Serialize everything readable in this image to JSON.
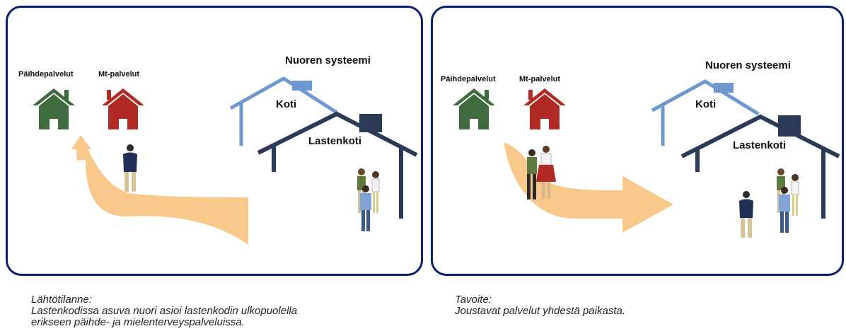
{
  "left_panel": {
    "paihde_label": "Päihdepalvelut",
    "mt_label": "Mt-palvelut",
    "system_title": "Nuoren systeemi",
    "koti_label": "Koti",
    "lastenkoti_label": "Lastenkoti"
  },
  "right_panel": {
    "paihde_label": "Päihdepalvelut",
    "mt_label": "Mt-palvelut",
    "system_title": "Nuoren systeemi",
    "koti_label": "Koti",
    "lastenkoti_label": "Lastenkoti"
  },
  "captions": {
    "left_title": "Lähtötilanne:",
    "left_line1": "Lastenkodissa asuva nuori asioi lastenkodin ulkopuolella",
    "left_line2": "erikseen päihde- ja mielenterveyspalveluissa.",
    "right_title": "Tavoite:",
    "right_line1": "Joustavat palvelut yhdestä paikasta."
  },
  "colors": {
    "border": "#0a1f6e",
    "paihde_house": "#3f6b3f",
    "mt_house": "#b22a26",
    "koti_roof": "#6f97d0",
    "lastenkoti_roof": "#2b3a57",
    "arrow": "#f8c98b"
  }
}
